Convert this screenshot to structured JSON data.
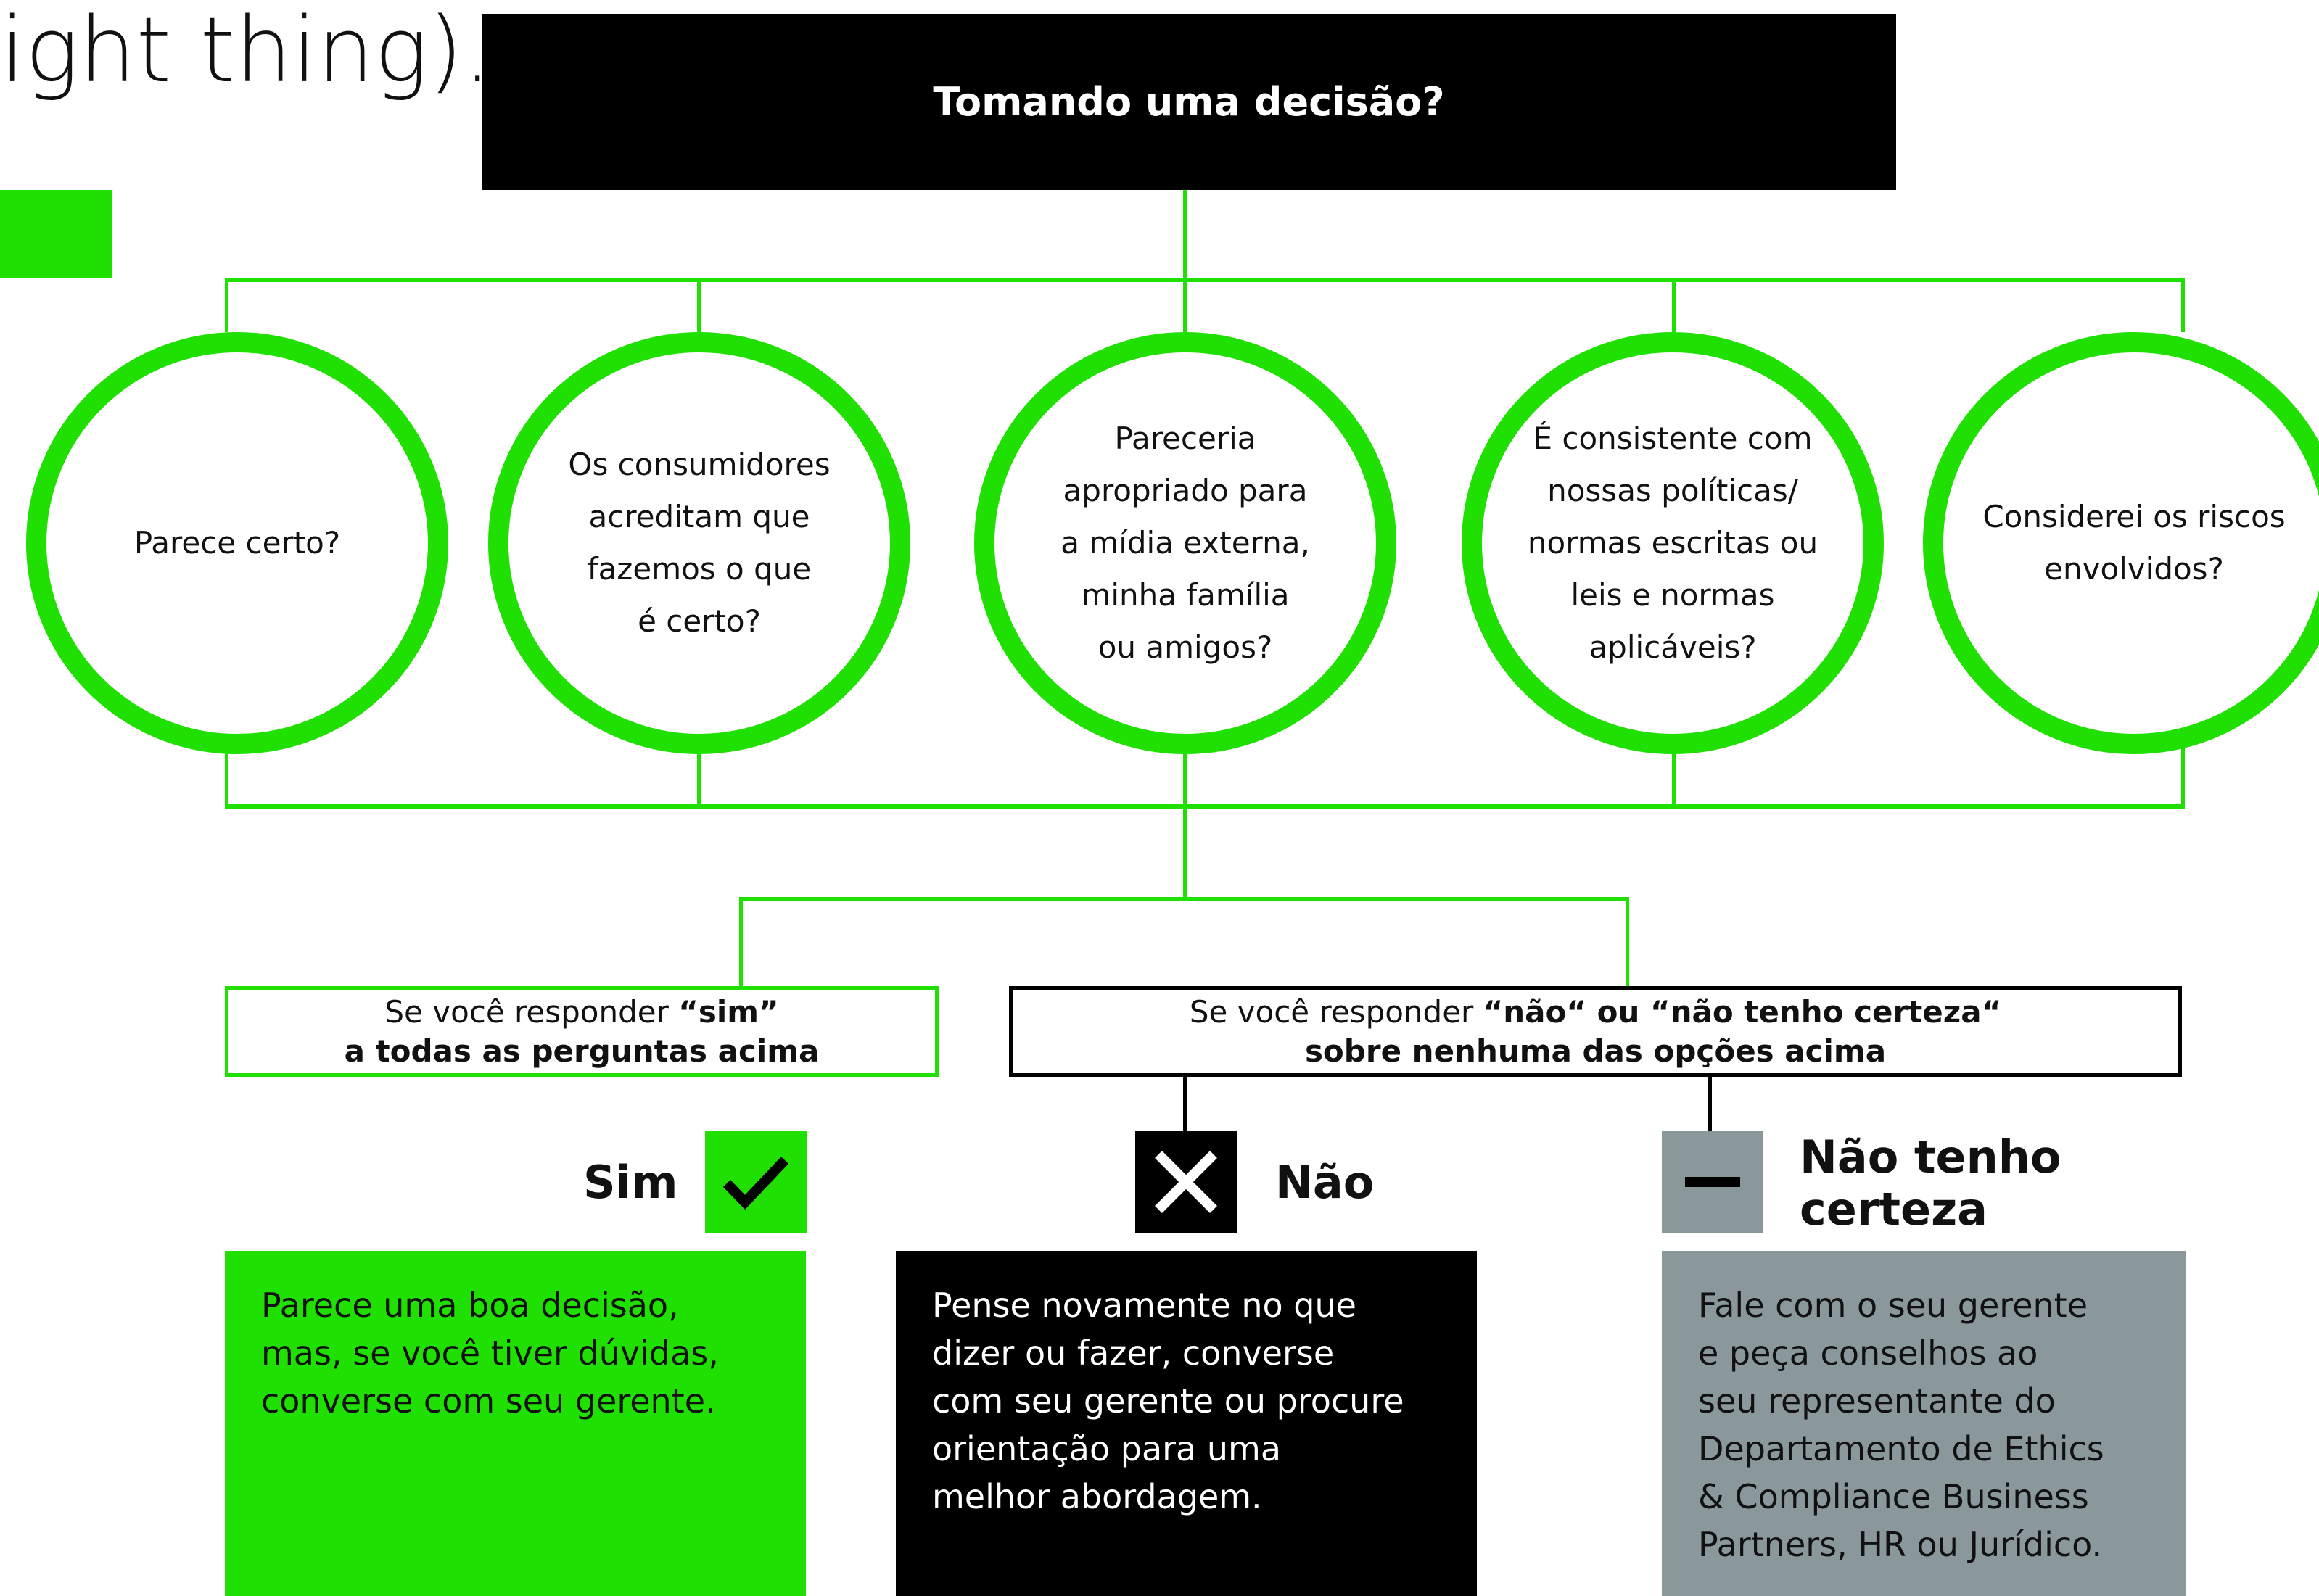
{
  "heading": "ight thing).",
  "title": "Tomando uma decisão?",
  "questions": [
    "Parece certo?",
    "Os consumidores\nacreditam que\nfazemos o que\né certo?",
    "Pareceria\napropriado para\na mídia externa,\nminha família\nou amigos?",
    "É consistente com\nnossas políticas/\nnormas escritas ou\nleis e normas\naplicáveis?",
    "Considerei os riscos\nenvolvidos?"
  ],
  "answer_yes": {
    "prefix": "Se você responder ",
    "quote": "“sim”",
    "line2": "a todas as perguntas acima"
  },
  "answer_no": {
    "prefix": "Se você responder ",
    "quote": "“não“ ou “não tenho certeza“",
    "line2": "sobre nenhuma das opções acima"
  },
  "options": {
    "yes": {
      "label": "Sim",
      "text": "Parece uma boa decisão,\nmas, se você tiver dúvidas,\nconverse com seu gerente."
    },
    "no": {
      "label": "Não",
      "text": "Pense novamente no que\ndizer ou fazer, converse\ncom seu gerente ou procure\norientação para uma\nmelhor abordagem."
    },
    "unsure": {
      "label_line1": "Não tenho",
      "label_line2": "certeza",
      "text": "Fale com o seu gerente\ne peça conselhos ao\nseu representante do\nDepartamento de Ethics\n& Compliance Business\nPartners, HR ou Jurídico."
    }
  },
  "colors": {
    "green": "#1fe000",
    "black": "#000000",
    "gray": "#8a979b"
  }
}
